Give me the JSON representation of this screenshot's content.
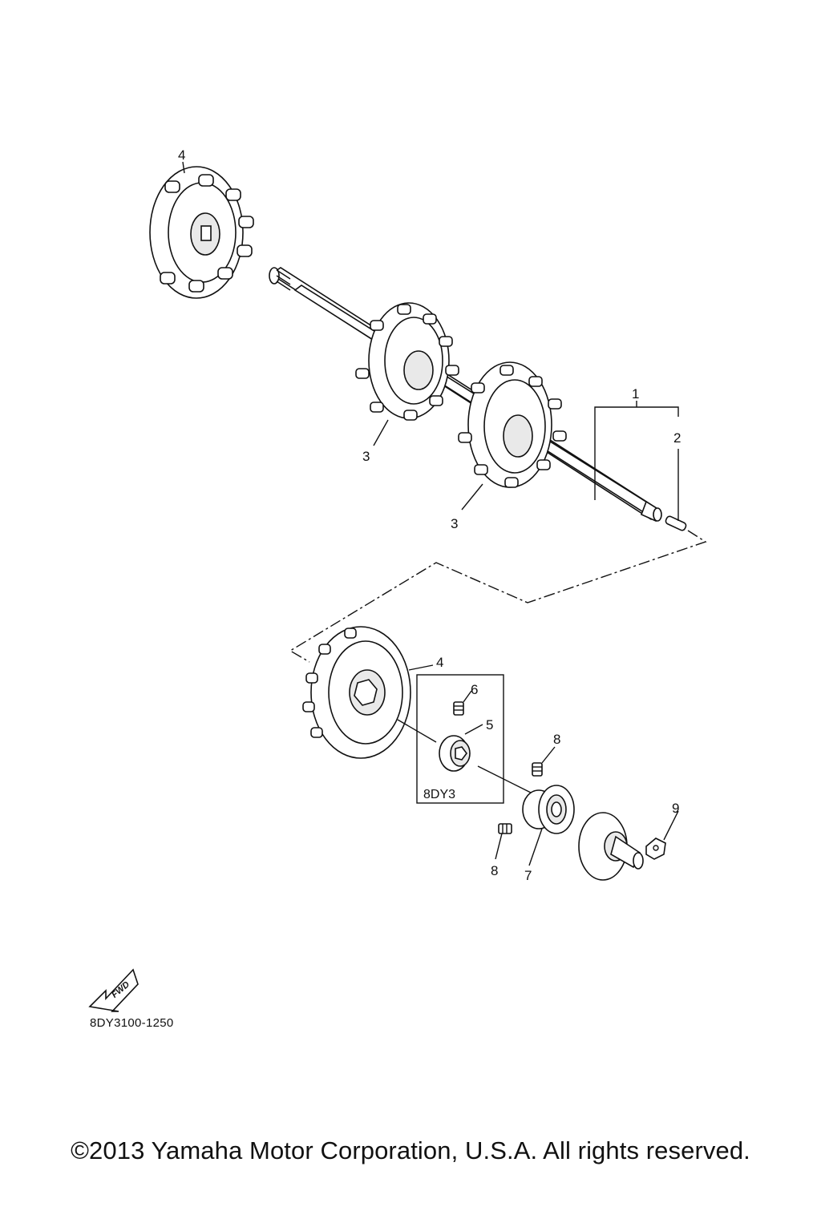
{
  "callouts": {
    "c1": "1",
    "c2": "2",
    "c3a": "3",
    "c3b": "3",
    "c4a": "4",
    "c4b": "4",
    "c5": "5",
    "c6": "6",
    "c7": "7",
    "c8a": "8",
    "c8b": "8",
    "c9": "9"
  },
  "box_label": "8DY3",
  "fwd_label": "FWD",
  "diagram_code": "8DY3100-1250",
  "copyright": "©2013 Yamaha Motor Corporation, U.S.A. All rights reserved."
}
